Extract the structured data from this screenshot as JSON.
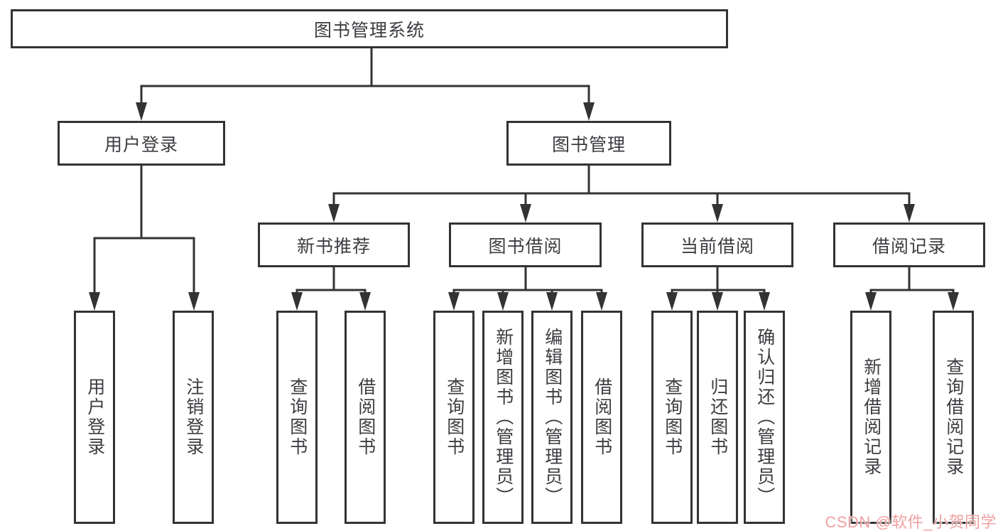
{
  "diagram": {
    "root": {
      "label": "图书管理系统"
    },
    "level2": [
      {
        "label": "用户登录",
        "children": [
          {
            "label": "用户登录"
          },
          {
            "label": "注销登录"
          }
        ]
      },
      {
        "label": "图书管理",
        "children": [
          {
            "label": "新书推荐",
            "children": [
              {
                "label": "查询图书"
              },
              {
                "label": "借阅图书"
              }
            ]
          },
          {
            "label": "图书借阅",
            "children": [
              {
                "label": "查询图书"
              },
              {
                "label": "新增图书（管理员）"
              },
              {
                "label": "编辑图书（管理员）"
              },
              {
                "label": "借阅图书"
              }
            ]
          },
          {
            "label": "当前借阅",
            "children": [
              {
                "label": "查询图书"
              },
              {
                "label": "归还图书"
              },
              {
                "label": "确认归还（管理员）"
              }
            ]
          },
          {
            "label": "借阅记录",
            "children": [
              {
                "label": "新增借阅记录"
              },
              {
                "label": "查询借阅记录"
              }
            ]
          }
        ]
      }
    ]
  },
  "watermark": {
    "text": "CSDN @软件_小贺同学"
  },
  "colors": {
    "line": "#333333",
    "text": "#3b3d40",
    "background": "#ffffff",
    "watermark": "#efa0a0"
  }
}
